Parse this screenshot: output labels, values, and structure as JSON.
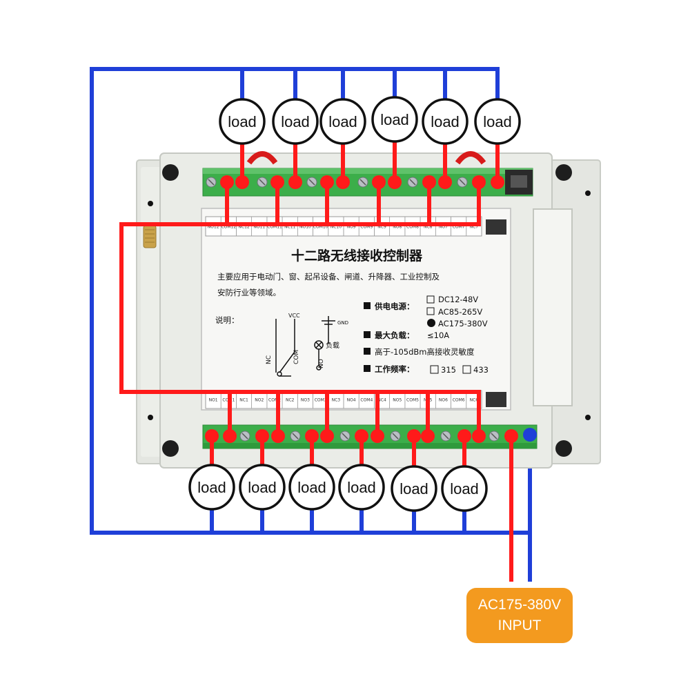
{
  "loads": {
    "top": [
      "load",
      "load",
      "load",
      "load",
      "load",
      "load"
    ],
    "bottom": [
      "load",
      "load",
      "load",
      "load",
      "load",
      "load"
    ]
  },
  "panel": {
    "title": "十二路无线接收控制器",
    "desc_line1": "主要应用于电动门、窗、起吊设备、闸道、升降器、工业控制及",
    "desc_line2": "安防行业等领域。",
    "explain_label": "说明：",
    "diagram": {
      "vcc": "VCC",
      "gnd": "GND",
      "nc": "NC",
      "com": "COM",
      "no": "NO",
      "load_label": "负载"
    },
    "specs": {
      "power_label": "供电电源：",
      "power_options": [
        "DC12-48V",
        "AC85-265V",
        "AC175-380V"
      ],
      "power_selected_index": 2,
      "max_load_label": "最大负载：",
      "max_load_value": "≤10A",
      "sensitivity": "高于-105dBm高接收灵敏度",
      "freq_label": "工作频率：",
      "freq_options": [
        "315",
        "433"
      ]
    },
    "top_terminal_labels": [
      "NO12",
      "COM12",
      "NC12",
      "NO11",
      "COM11",
      "NC11",
      "NO10",
      "COM10",
      "NC10",
      "NO9",
      "COM9",
      "NC9",
      "NO8",
      "COM8",
      "NC8",
      "NO7",
      "COM7",
      "NC7"
    ],
    "bottom_terminal_labels": [
      "NO1",
      "COM1",
      "NC1",
      "NO2",
      "COM2",
      "NC2",
      "NO3",
      "COM3",
      "NC3",
      "NO4",
      "COM4",
      "NC4",
      "NO5",
      "COM5",
      "NC5",
      "NO6",
      "COM6",
      "NC6"
    ]
  },
  "input": {
    "line1": "AC175-380V",
    "line2": "INPUT"
  },
  "colors": {
    "live_wire": "#ff1a1a",
    "neutral_wire": "#1f3fd8",
    "terminal_green": "#3cae4a",
    "badge": "#f39a1f",
    "housing": "#e9ebe6"
  }
}
